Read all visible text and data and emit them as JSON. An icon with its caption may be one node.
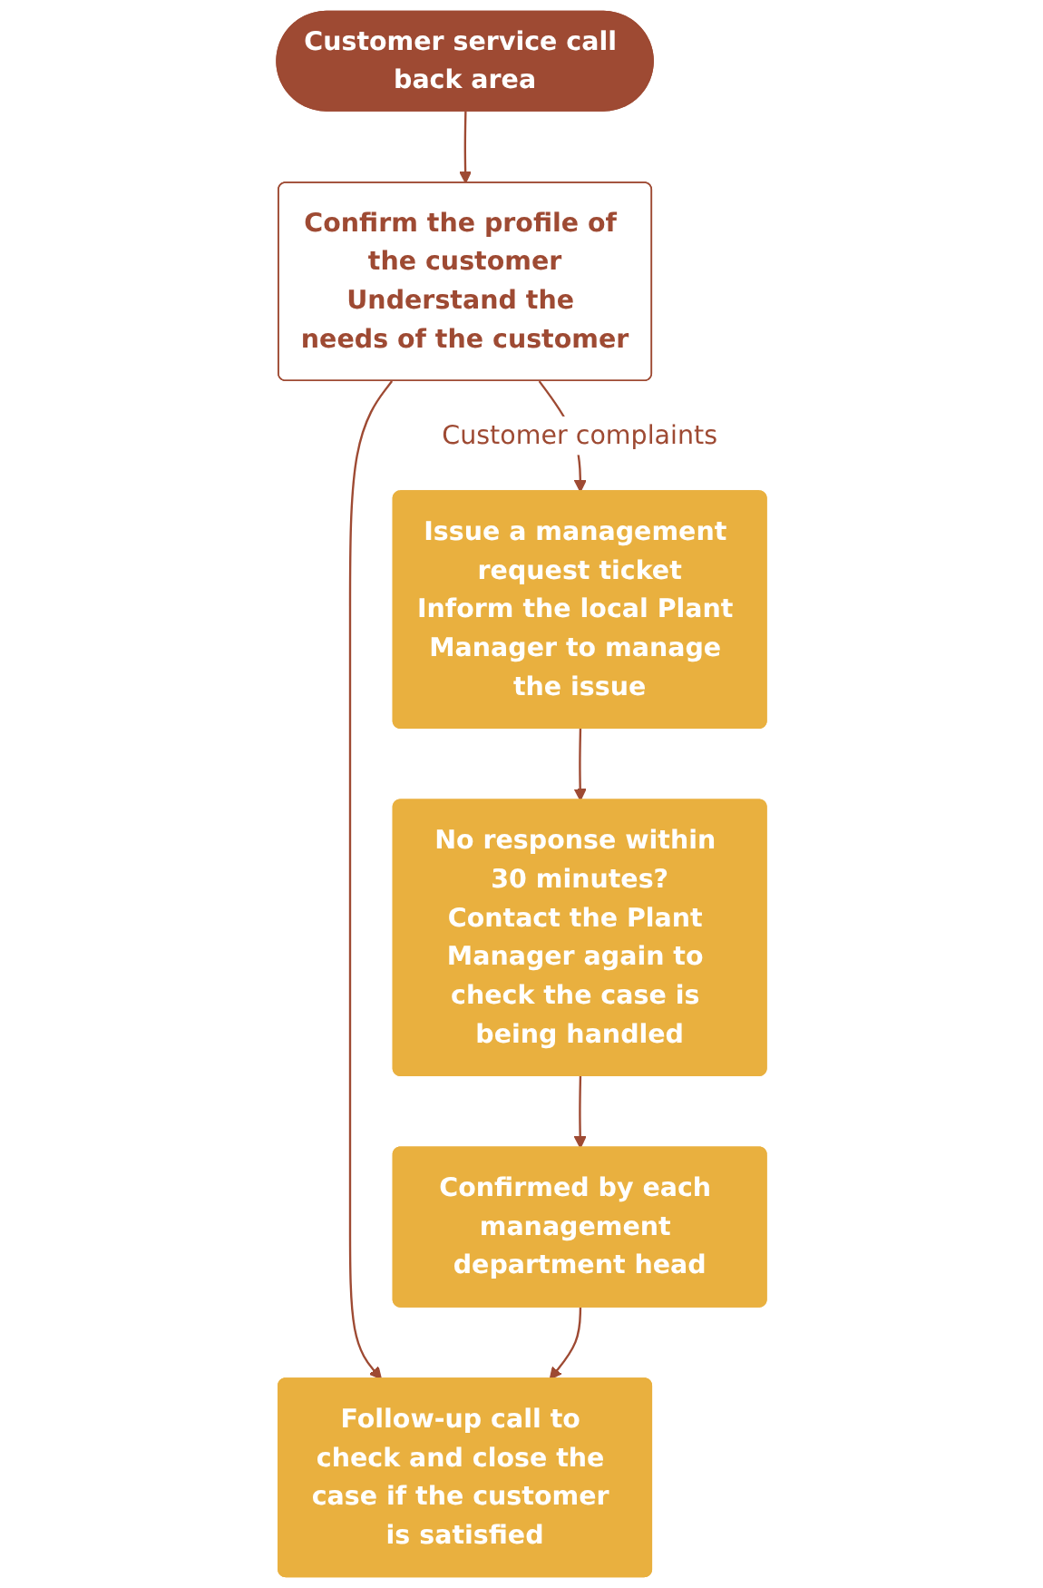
{
  "diagram": {
    "nodes": [
      {
        "text": [
          "Customer service call back area"
        ]
      },
      {
        "text": [
          "Confirm the profile of the customer",
          "Understand the needs of the customer"
        ]
      },
      {
        "text": [
          "Issue a management request ticket",
          "Inform the local Plant Manager to manage the issue"
        ]
      },
      {
        "text": [
          "Follow-up call to check and close the case if the customer is satisfied"
        ]
      },
      {
        "text": [
          "No response within 30 minutes?",
          "Contact the Plant Manager again to check the case is being handled"
        ]
      },
      {
        "text": [
          "Confirmed by each management department head"
        ]
      }
    ],
    "edges": [
      {
        "from": 0,
        "to": 1,
        "arrow": "to"
      },
      {
        "from": 1,
        "to": 2,
        "arrow": "to",
        "label": "Customer complaints"
      },
      {
        "from": 1,
        "to": 3,
        "arrow": "to"
      },
      {
        "from": 2,
        "to": 4,
        "arrow": "to"
      },
      {
        "from": 4,
        "to": 5,
        "arrow": "to"
      },
      {
        "from": 5,
        "to": 3,
        "arrow": "to"
      }
    ]
  }
}
